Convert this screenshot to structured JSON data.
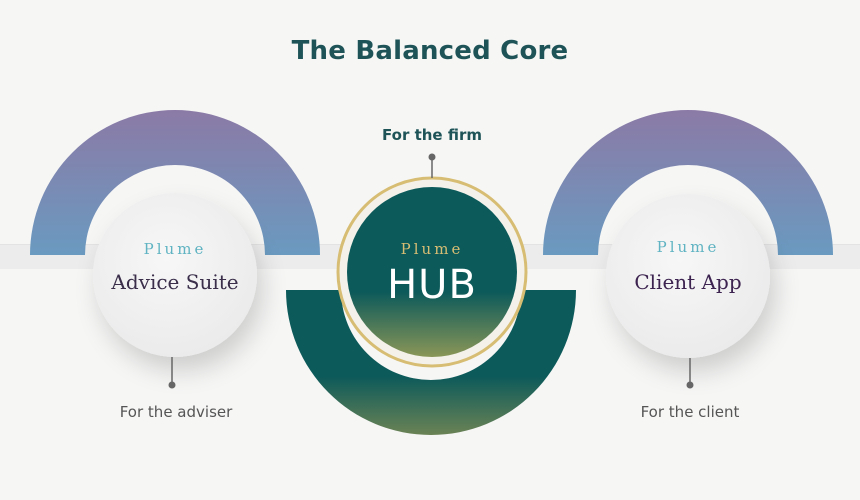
{
  "title": "The Balanced Core",
  "nodes": [
    {
      "brand": "Plume",
      "product": "Advice Suite",
      "caption": "For the adviser"
    },
    {
      "brand": "Plume",
      "product": "HUB",
      "caption": "For the firm"
    },
    {
      "brand": "Plume",
      "product": "Client App",
      "caption": "For the client"
    }
  ],
  "colors": {
    "teal_dark": "#0d5a5a",
    "teal_light": "#5fb3c2",
    "gold": "#d7bd73",
    "purple_top": "#8b7aa6",
    "blue_bottom": "#6a9ac0",
    "product_text_left": "#3a2e4a",
    "product_text_right": "#3d2450"
  }
}
